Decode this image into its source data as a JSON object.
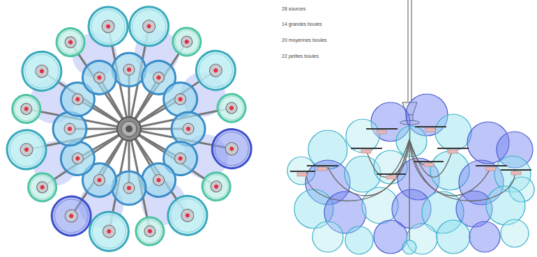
{
  "diagram": {
    "labels": [
      "28 sources",
      "14 grandes boules",
      "20 moyennes boules",
      "22 petites boules"
    ]
  }
}
